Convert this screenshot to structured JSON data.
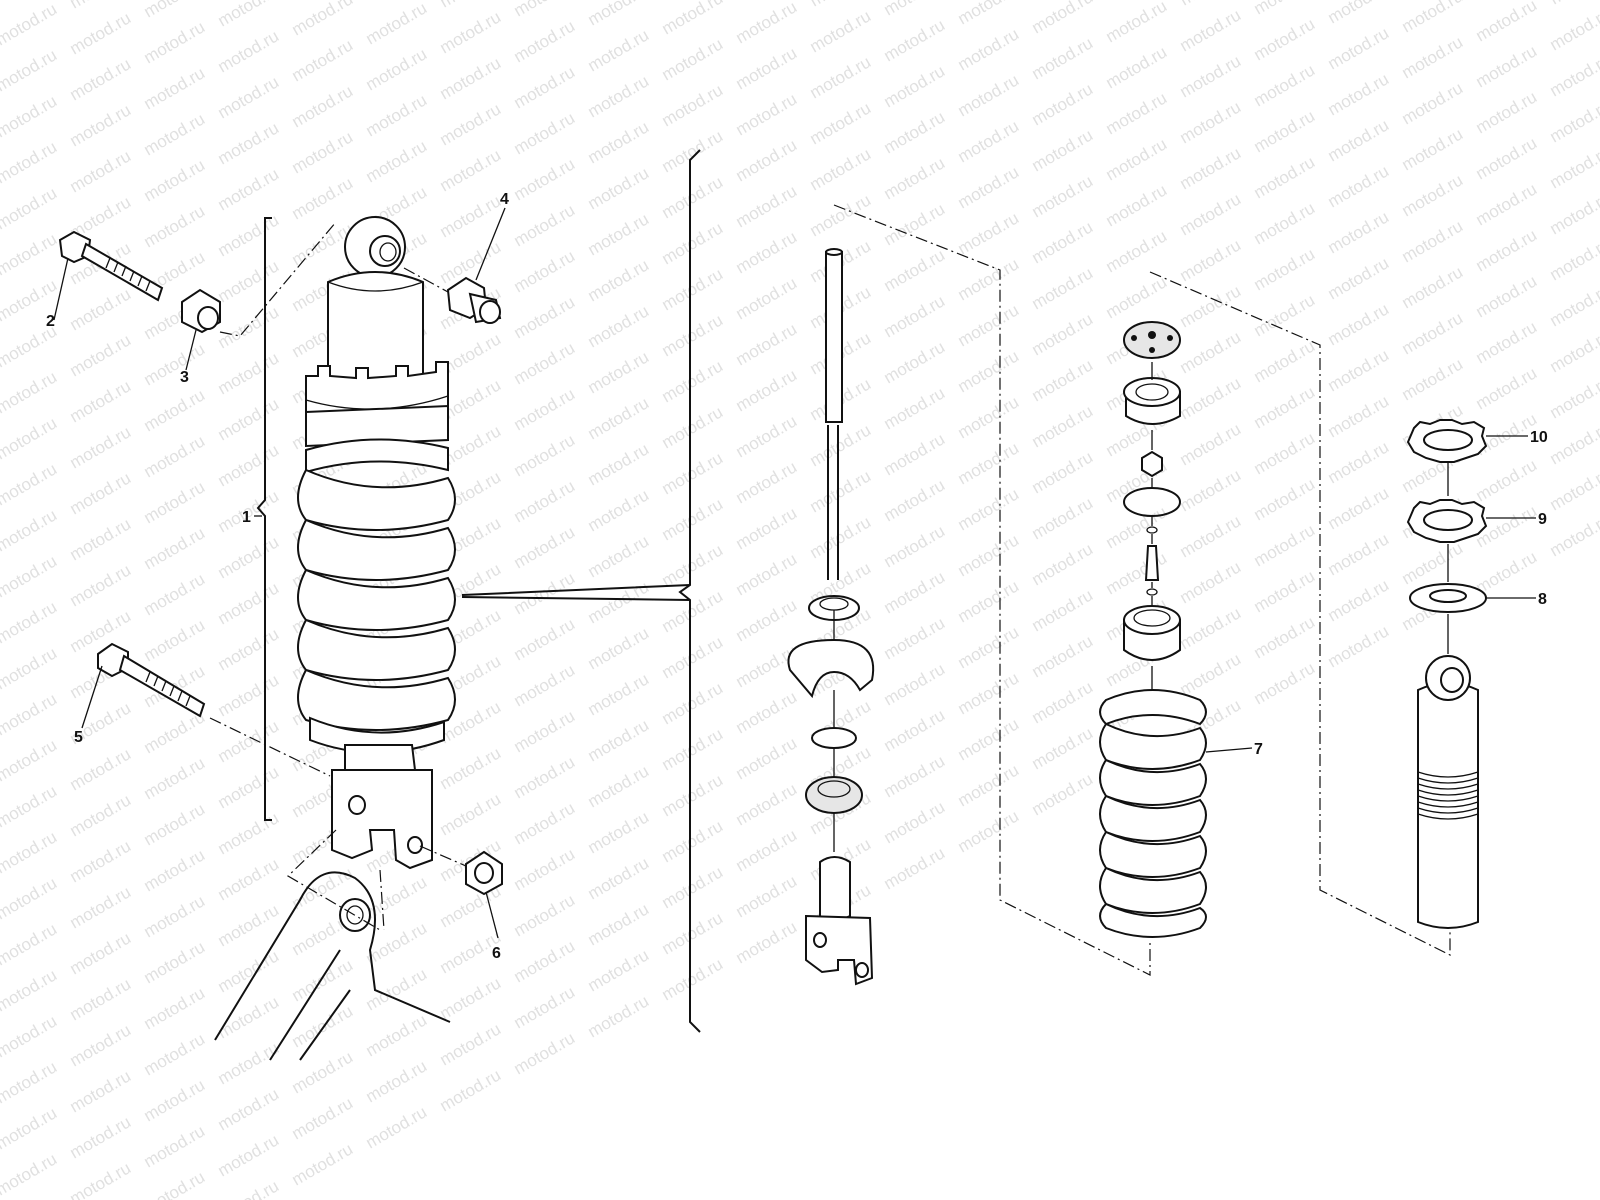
{
  "watermark": {
    "text": "motod.ru"
  },
  "callouts": [
    {
      "id": "1",
      "text": "1"
    },
    {
      "id": "2",
      "text": "2"
    },
    {
      "id": "3",
      "text": "3"
    },
    {
      "id": "4",
      "text": "4"
    },
    {
      "id": "5",
      "text": "5"
    },
    {
      "id": "6",
      "text": "6"
    },
    {
      "id": "7",
      "text": "7"
    },
    {
      "id": "8",
      "text": "8"
    },
    {
      "id": "9",
      "text": "9"
    },
    {
      "id": "10",
      "text": "10"
    }
  ],
  "colors": {
    "line": "#111111",
    "background": "#ffffff",
    "watermark": "#c8c8c8"
  }
}
